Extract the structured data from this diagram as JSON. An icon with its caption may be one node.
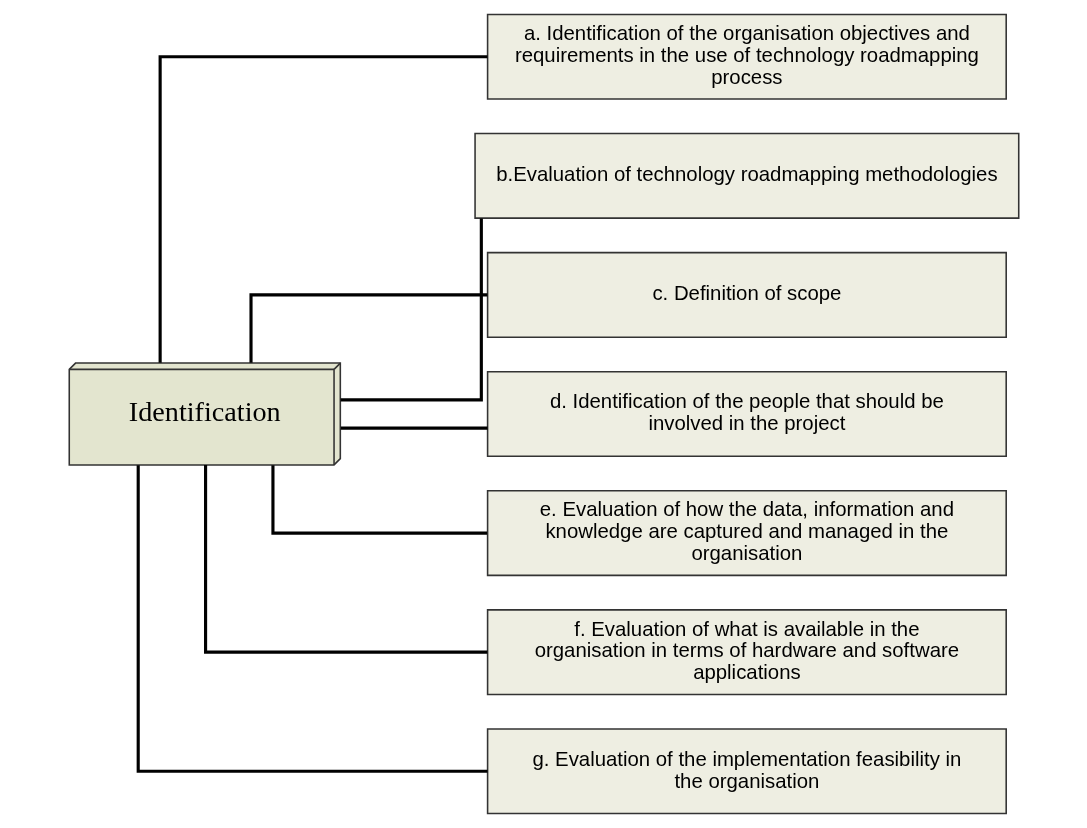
{
  "diagram": {
    "nodes": [
      {
        "text": [
          "Identification"
        ]
      },
      {
        "text": [
          "a. Identification of the organisation objectives and requirements in the use of technology roadmapping process"
        ]
      },
      {
        "text": [
          "b.Evaluation of technology roadmapping methodologies"
        ]
      },
      {
        "text": [
          "c. Definition of scope"
        ]
      },
      {
        "text": [
          "d. Identification of the people that should be involved in the project"
        ]
      },
      {
        "text": [
          "e. Evaluation of how the data, information and knowledge are captured and managed in the organisation"
        ]
      },
      {
        "text": [
          "f. Evaluation of what is available in the organisation in terms of hardware and software applications"
        ]
      },
      {
        "text": [
          "g. Evaluation of the implementation feasibility in the organisation"
        ]
      }
    ],
    "edges": [
      {
        "from": 0,
        "to": 1,
        "arrow": "none"
      },
      {
        "from": 0,
        "to": 2,
        "arrow": "none"
      },
      {
        "from": 0,
        "to": 3,
        "arrow": "none"
      },
      {
        "from": 0,
        "to": 4,
        "arrow": "none"
      },
      {
        "from": 0,
        "to": 5,
        "arrow": "none"
      },
      {
        "from": 0,
        "to": 6,
        "arrow": "none"
      },
      {
        "from": 0,
        "to": 7,
        "arrow": "none"
      }
    ]
  }
}
